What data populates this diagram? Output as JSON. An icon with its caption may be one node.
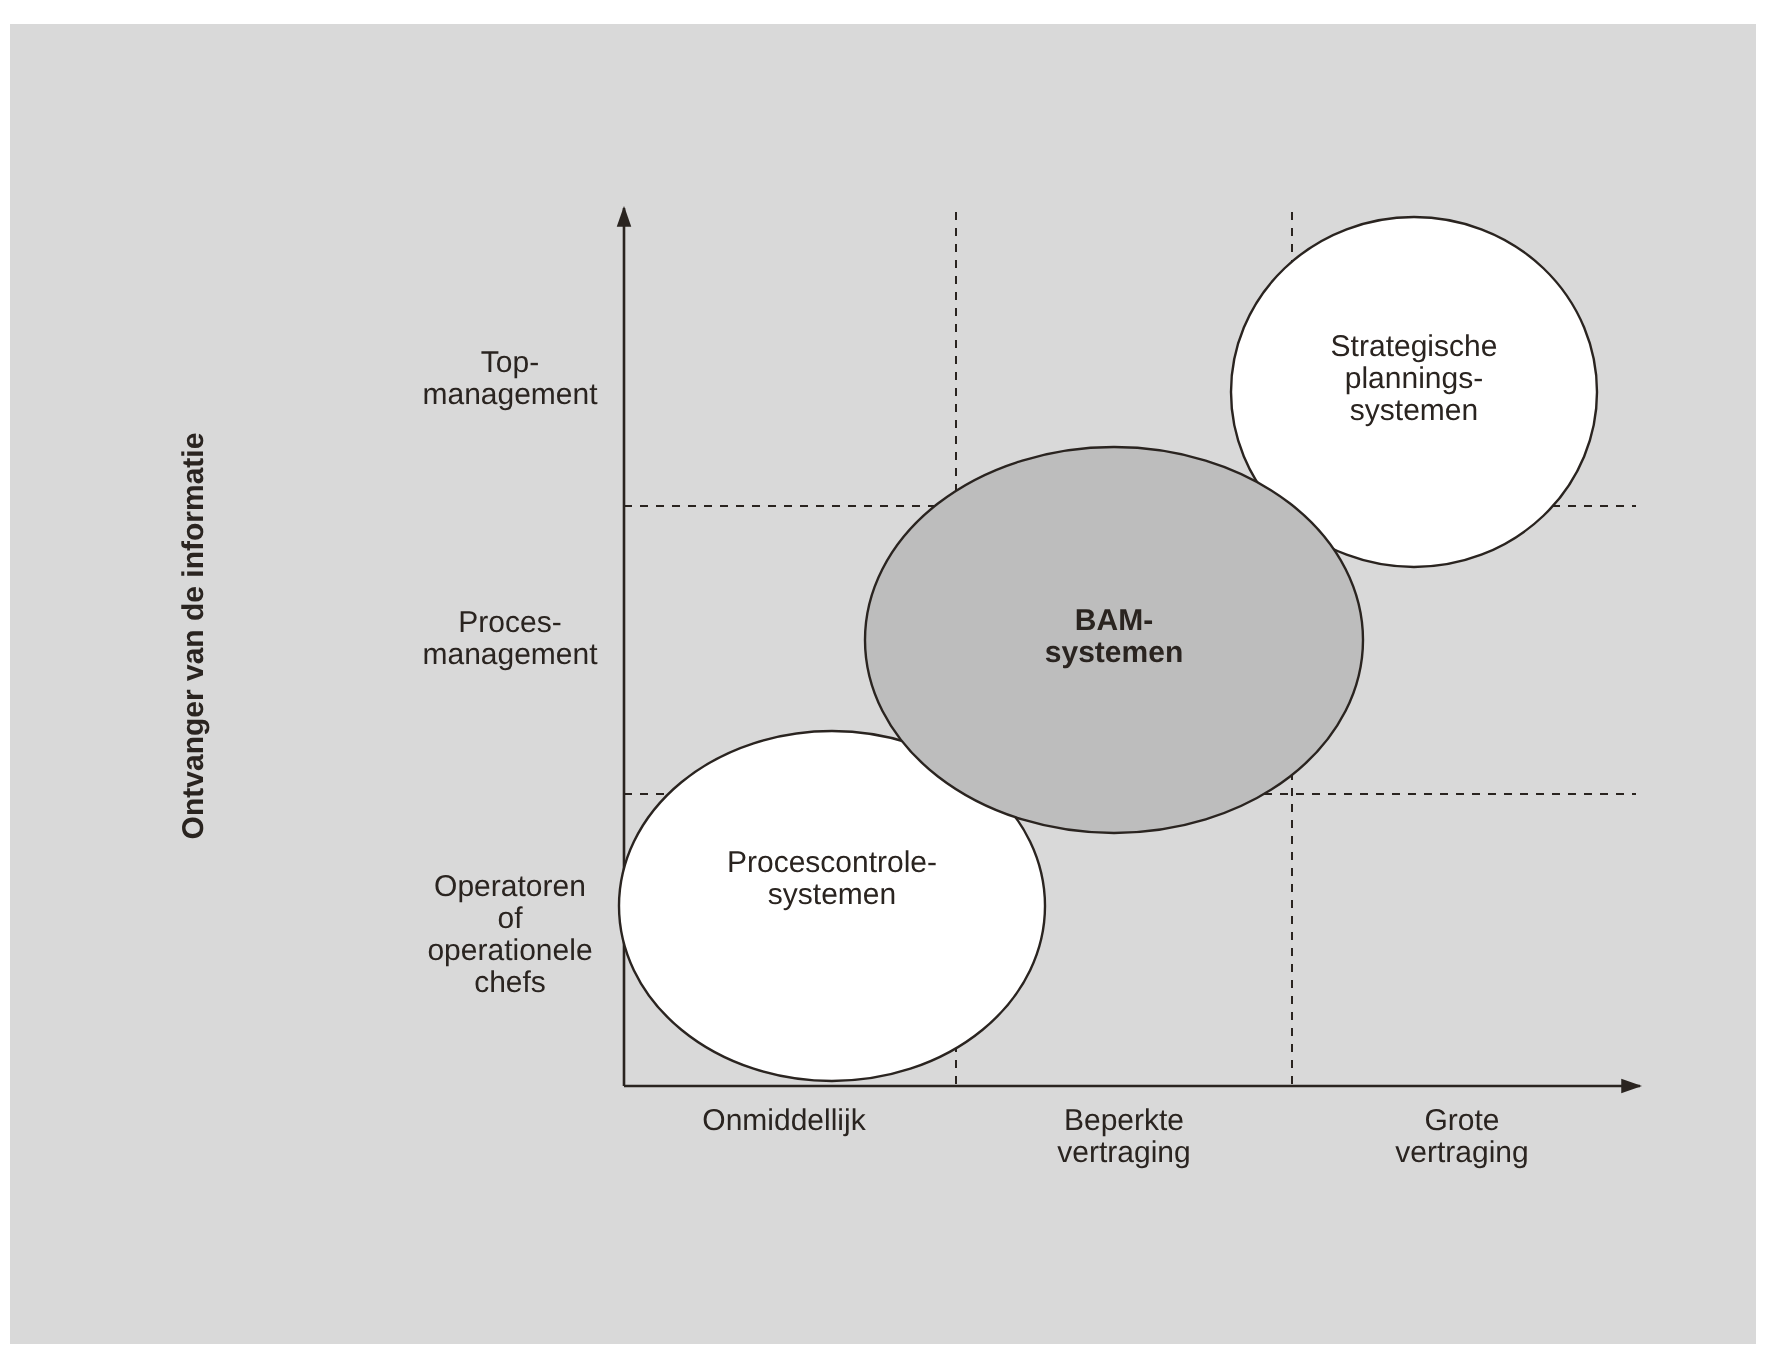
{
  "diagram": {
    "nodes": [
      {
        "text": [
          "Strategische plannings- systemen"
        ]
      },
      {
        "text": [
          "BAM- systemen"
        ]
      },
      {
        "text": [
          "Procescontrole- systemen"
        ]
      }
    ],
    "labels": [
      "Ontvanger van de informatie",
      "Top- management",
      "Proces- management",
      "Operatoren of operationele chefs",
      "Onmiddellijk",
      "Beperkte vertraging",
      "Grote vertraging"
    ]
  }
}
